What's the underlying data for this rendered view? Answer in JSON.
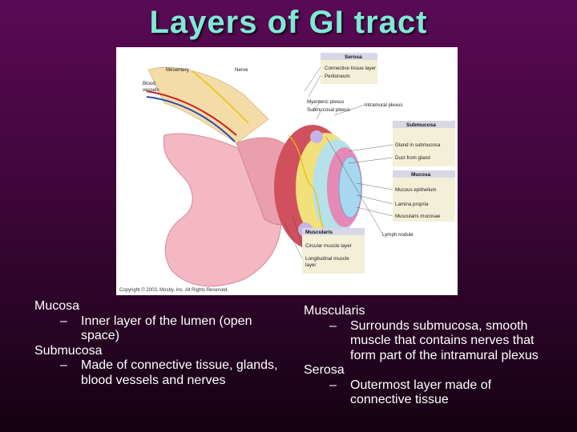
{
  "title": "Layers of GI tract",
  "figure": {
    "labels": {
      "mesentery": "Mesentery",
      "nerve": "Nerve",
      "blood_vessels_1": "Blood",
      "blood_vessels_2": "vessels",
      "serosa": "Serosa",
      "connective_tissue_layer": "Connective tissue layer",
      "peritoneum": "Peritoneum",
      "myenteric_plexus": "Myenteric plexus",
      "submucosal_plexus": "Submucosal plexus",
      "intramural_plexus": "Intramural plexus",
      "submucosa": "Submucosa",
      "gland_in_submucosa": "Gland in submucosa",
      "duct_from_gland": "Duct from gland",
      "mucosa": "Mucosa",
      "mucous_epithelium": "Mucous epithelium",
      "lamina_propria": "Lamina propria",
      "muscularis_mucosae": "Muscularis mucosae",
      "lymph_nodule": "Lymph nodule",
      "muscularis": "Muscularis",
      "circular_muscle_layer": "Circular muscle layer",
      "longitudinal_muscle_1": "Longitudinal muscle",
      "longitudinal_muscle_2": "layer"
    },
    "copyright": "Copyright © 2003, Mosby, Inc. All Rights Reserved."
  },
  "left_column": {
    "mucosa": "Mucosa",
    "mucosa_desc": "Inner layer of the lumen (open space)",
    "submucosa": "Submucosa",
    "submucosa_desc": "Made of connective tissue, glands, blood vessels and nerves"
  },
  "right_column": {
    "muscularis": "Muscularis",
    "muscularis_desc": "Surrounds submucosa, smooth muscle that contains nerves that form part of the intramural plexus",
    "serosa": "Serosa",
    "serosa_desc": "Outermost layer made of connective tissue"
  },
  "dash": "–",
  "colors": {
    "title": "#7fe9d6",
    "background_top": "#5a0a55",
    "background_bottom": "#140212",
    "text": "#ffffff"
  }
}
